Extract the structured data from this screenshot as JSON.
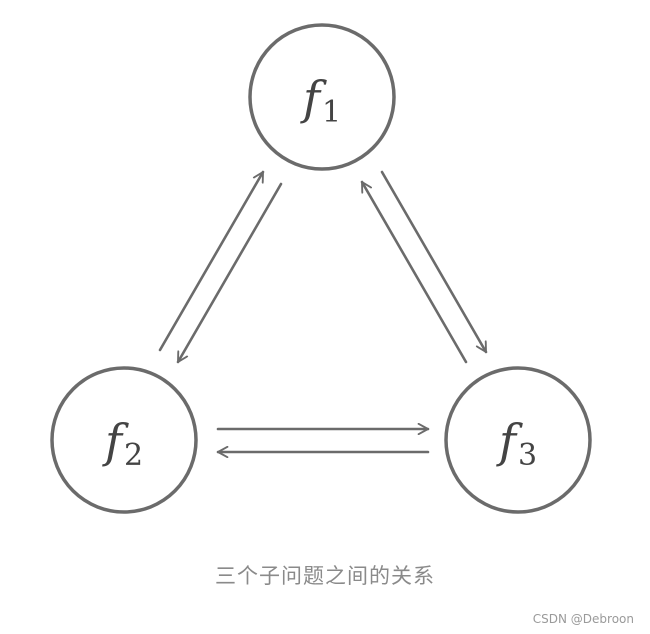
{
  "diagram": {
    "nodes": [
      {
        "id": "f1",
        "symbol": "f",
        "subscript": "1"
      },
      {
        "id": "f2",
        "symbol": "f",
        "subscript": "2"
      },
      {
        "id": "f3",
        "symbol": "f",
        "subscript": "3"
      }
    ],
    "edges": [
      {
        "from": "f2",
        "to": "f1"
      },
      {
        "from": "f1",
        "to": "f2"
      },
      {
        "from": "f1",
        "to": "f3"
      },
      {
        "from": "f3",
        "to": "f1"
      },
      {
        "from": "f2",
        "to": "f3"
      },
      {
        "from": "f3",
        "to": "f2"
      }
    ],
    "colors": {
      "stroke": "#6b6b6b",
      "label": "#444444",
      "caption": "#8a8a8a"
    }
  },
  "caption": "三个子问题之间的关系",
  "watermark": "CSDN @Debroon"
}
